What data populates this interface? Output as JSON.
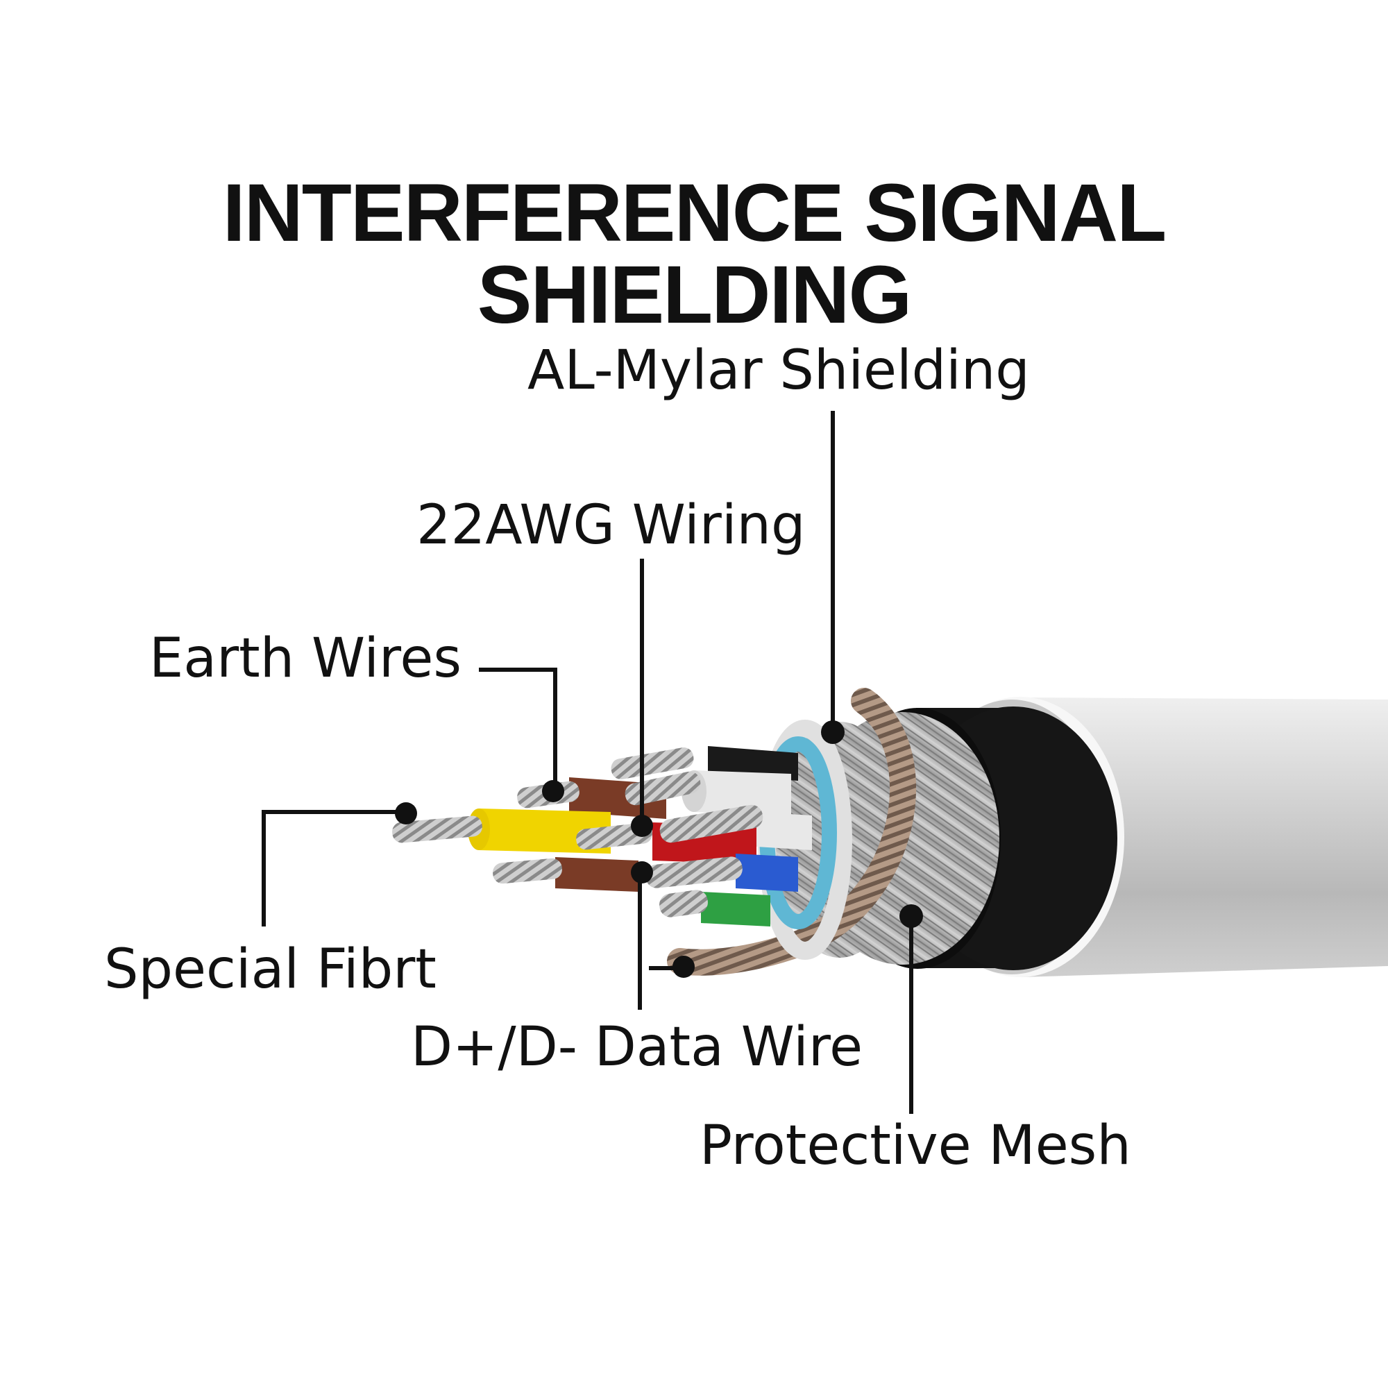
{
  "title": "INTERFERENCE SIGNAL SHIELDING",
  "labels": {
    "al_mylar": "AL-Mylar Shielding",
    "awg": "22AWG Wiring",
    "earth": "Earth  Wires",
    "fibrt": "Special Fibrt",
    "data_wire": "D+/D- Data Wire",
    "mesh": "Protective Mesh"
  },
  "colors": {
    "jacket": "#d9d9d9",
    "inner_sleeve": "#111111",
    "braid": "#b9b9b9",
    "copper_ring": "#9a8270",
    "mylar": "#5fb7d4",
    "yellow": "#f0d400",
    "brown": "#7a3b26",
    "red": "#c0161b",
    "blue": "#2a5bd1",
    "green": "#2ea043",
    "white": "#e8e8e8",
    "black": "#1a1a1a"
  }
}
